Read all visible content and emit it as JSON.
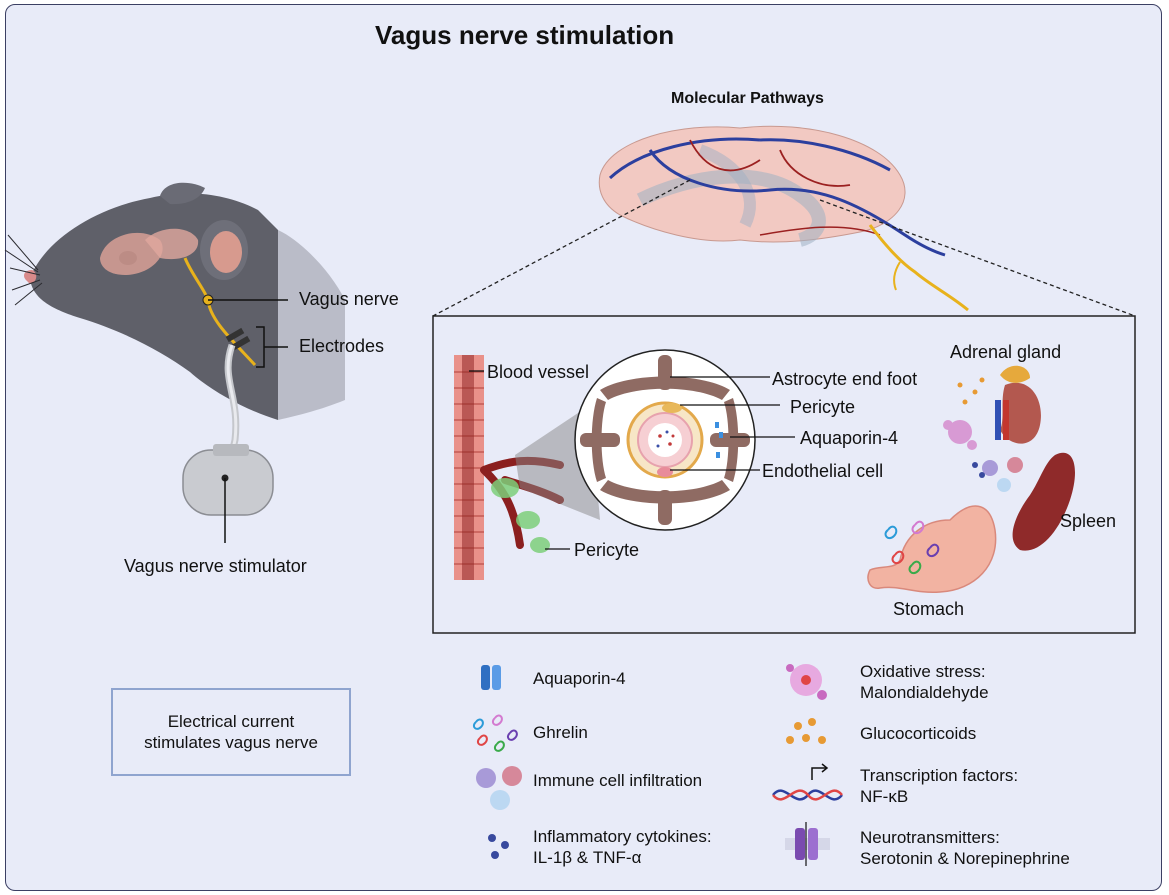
{
  "title": "Vagus nerve stimulation",
  "pathways_title": "Molecular Pathways",
  "mouse_labels": {
    "vagus_nerve": "Vagus nerve",
    "electrodes": "Electrodes",
    "stimulator": "Vagus nerve stimulator"
  },
  "info_box": "Electrical current stimulates vagus nerve",
  "inset_labels": {
    "blood_vessel": "Blood vessel",
    "astrocyte_end_foot": "Astrocyte end foot",
    "pericyte_cross": "Pericyte",
    "aquaporin": "Aquaporin-4",
    "endothelial": "Endothelial cell",
    "pericyte_vessel": "Pericyte",
    "adrenal": "Adrenal gland",
    "spleen": "Spleen",
    "stomach": "Stomach"
  },
  "legend": [
    {
      "icon": "aquaporin-icon",
      "line1": "Aquaporin-4",
      "line2": ""
    },
    {
      "icon": "ghrelin-icon",
      "line1": "Ghrelin",
      "line2": ""
    },
    {
      "icon": "immune-cell-icon",
      "line1": "Immune cell infiltration",
      "line2": ""
    },
    {
      "icon": "cytokine-icon",
      "line1": "Inflammatory cytokines:",
      "line2": "IL-1β & TNF-α"
    },
    {
      "icon": "oxidative-stress-icon",
      "line1": "Oxidative stress:",
      "line2": "Malondialdehyde"
    },
    {
      "icon": "glucocorticoid-icon",
      "line1": "Glucocorticoids",
      "line2": ""
    },
    {
      "icon": "dna-icon",
      "line1": "Transcription factors:",
      "line2": "NF-κB"
    },
    {
      "icon": "neurotransmitter-icon",
      "line1": "Neurotransmitters:",
      "line2": "Serotonin & Norepinephrine"
    }
  ],
  "colors": {
    "background": "#e8ebf8",
    "nerve": "#e8b21c",
    "vessel": "#8b1f1f",
    "vein": "#2c3f9e",
    "brain": "#f2c9c2",
    "astrocyte": "#8f6b63",
    "pericyte": "#7ccf7a"
  }
}
